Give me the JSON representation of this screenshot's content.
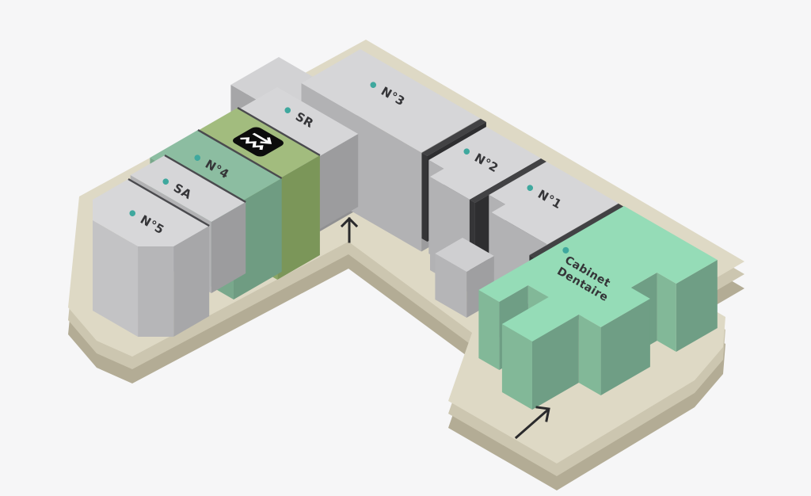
{
  "scene": {
    "name": "Isometric building directory map",
    "background": "#f6f6f7"
  },
  "palette": {
    "label_text": "#353538",
    "label_dot": "#3fa89e",
    "floor_top": "#ded9c5",
    "floor_side_upper": "#ccc6b0",
    "floor_side_lower": "#b3ac95",
    "gray_top": "#d6d6d8",
    "green_top": "#8cbda1",
    "olive_top": "#a2bc7e",
    "mint_top": "#95dcb7",
    "separator_dark": "#424244",
    "icon_black": "#0c0c0c"
  },
  "units": [
    {
      "id": "n5",
      "label": "N°5"
    },
    {
      "id": "sa",
      "label": "SA"
    },
    {
      "id": "n4",
      "label": "N°4"
    },
    {
      "id": "sr",
      "label": "SR"
    },
    {
      "id": "n3",
      "label": "N°3"
    },
    {
      "id": "n2",
      "label": "N°2"
    },
    {
      "id": "n1",
      "label": "N°1"
    },
    {
      "id": "cabinet",
      "label": "Cabinet Dentaire",
      "label_line1": "Cabinet",
      "label_line2": "Dentaire"
    }
  ],
  "icons": [
    {
      "name": "escalator-icon",
      "meaning": "stairs / escalator access on olive block"
    },
    {
      "name": "entrance-arrow-up",
      "glyph": "↑"
    },
    {
      "name": "entrance-arrow-diagonal",
      "glyph": "↗"
    }
  ]
}
